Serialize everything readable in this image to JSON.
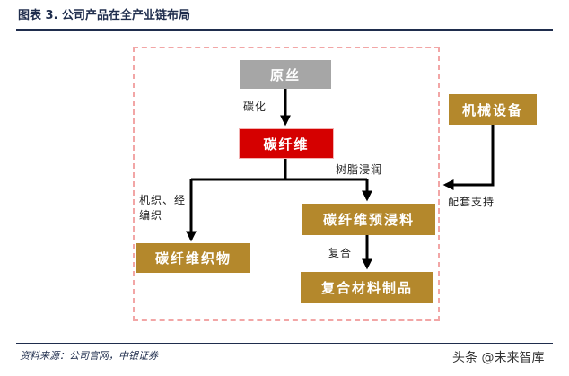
{
  "header": {
    "title": "图表 3. 公司产品在全产业链布局"
  },
  "nodes": {
    "raw_silk": "原丝",
    "carbon_fiber": "碳纤维",
    "carbon_fiber_prepreg": "碳纤维预浸料",
    "carbon_fiber_fabric": "碳纤维织物",
    "composite_products": "复合材料制品",
    "machinery_equipment": "机械设备"
  },
  "edges": {
    "carbonization": "碳化",
    "resin_impregnation": "树脂浸润",
    "weaving": "机织、经编织",
    "compositing": "复合",
    "supporting": "配套支持"
  },
  "footer": {
    "source": "资料来源：公司官网，中银证券",
    "watermark": "头条 @未来智库"
  },
  "colors": {
    "header_text": "#1f2d4d",
    "node_grey": "#a6a6a6",
    "node_red": "#d50000",
    "node_gold": "#b4882c",
    "dashed_border": "#f2a6a6"
  }
}
